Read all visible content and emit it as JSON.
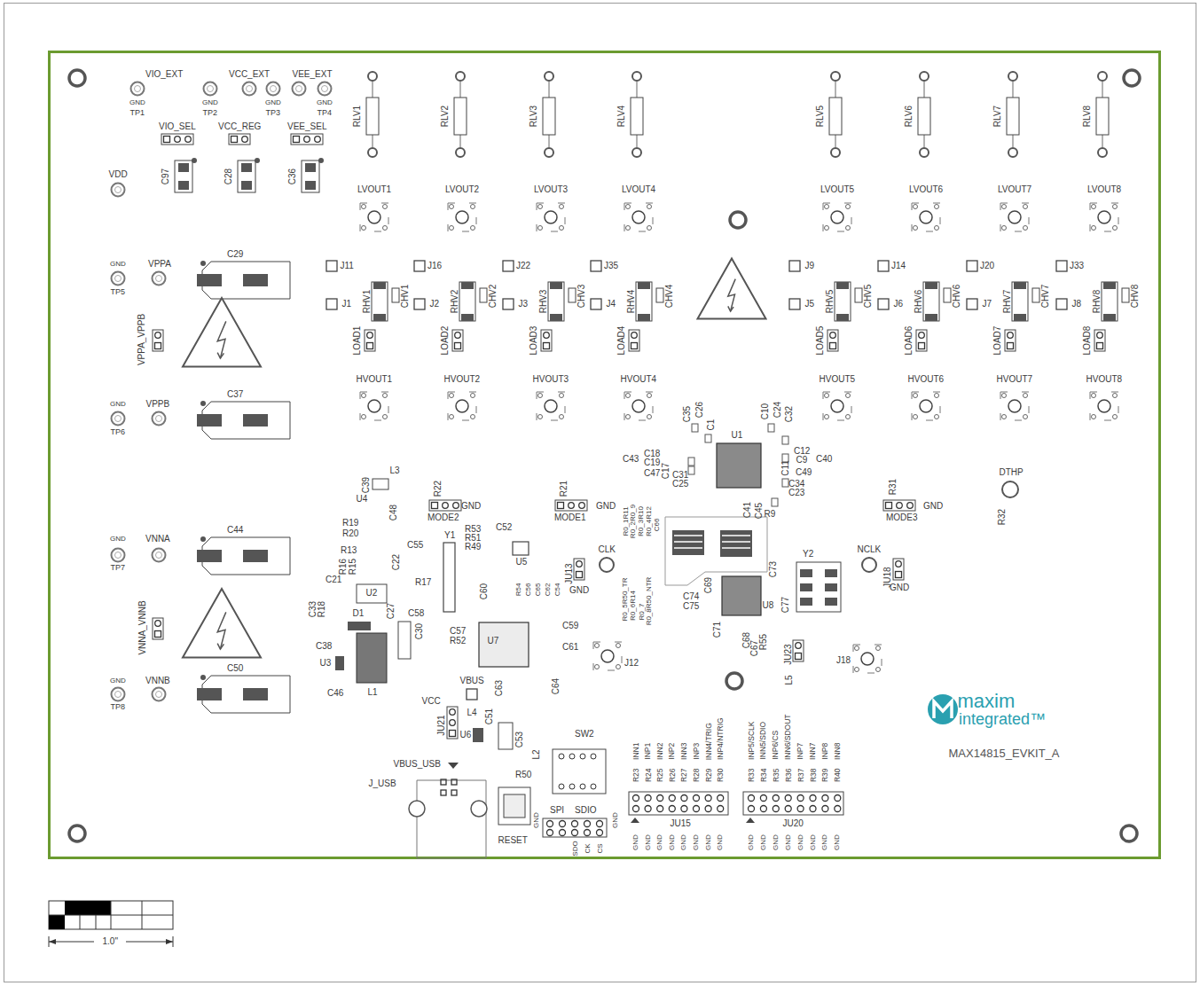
{
  "diagram": {
    "labels": [
      "VIO_EXT",
      "GND",
      "TP1",
      "GND",
      "TP2",
      "VCC_EXT",
      "GND",
      "TP3",
      "VEE_EXT",
      "GND",
      "TP4",
      "VIO_SEL",
      "VCC_REG",
      "VEE_SEL",
      "VDD",
      "C97",
      "C28",
      "C36",
      "GND",
      "TP5",
      "VPPA",
      "C29",
      "VPPA_VPPB",
      "GND",
      "TP6",
      "VPPB",
      "C37",
      "GND",
      "TP7",
      "VNNA",
      "C44",
      "VNNA_VNNB",
      "GND",
      "TP8",
      "VNNB",
      "C50",
      "RLV1",
      "LVOUT1",
      "J11",
      "RHV1",
      "CHV1",
      "J1",
      "LOAD1",
      "HVOUT1",
      "RLV2",
      "LVOUT2",
      "J16",
      "RHV2",
      "CHV2",
      "J2",
      "LOAD2",
      "HVOUT2",
      "RLV3",
      "LVOUT3",
      "J22",
      "RHV3",
      "CHV3",
      "J3",
      "LOAD3",
      "HVOUT3",
      "RLV4",
      "LVOUT4",
      "J35",
      "RHV4",
      "CHV4",
      "J4",
      "LOAD4",
      "HVOUT4",
      "RLV5",
      "LVOUT5",
      "J9",
      "RHV5",
      "CHV5",
      "J5",
      "LOAD5",
      "HVOUT5",
      "RLV6",
      "LVOUT6",
      "J14",
      "RHV6",
      "CHV6",
      "J6",
      "LOAD6",
      "HVOUT6",
      "RLV7",
      "LVOUT7",
      "J20",
      "RHV7",
      "CHV7",
      "J7",
      "LOAD7",
      "HVOUT7",
      "RLV8",
      "LVOUT8",
      "J33",
      "RHV8",
      "CHV8",
      "J8",
      "LOAD8",
      "HVOUT8",
      "C35",
      "C26",
      "C1",
      "U1",
      "C10",
      "C24",
      "C32",
      "C43",
      "C18",
      "C19",
      "C17",
      "C47",
      "C31",
      "C25",
      "C12",
      "C9",
      "C40",
      "C11",
      "C49",
      "C34",
      "C23",
      "C41",
      "C45",
      "R9",
      "R0_1R11",
      "R0_2R0_9",
      "R0_3R10",
      "R0_4R12",
      "C66",
      "R0_5R50_TR",
      "R0_6R14",
      "R0_7",
      "R0_8R50_NTR",
      "R22",
      "MODE2",
      "GND",
      "R21",
      "MODE1",
      "GND",
      "R31",
      "MODE3",
      "GND",
      "DTHP",
      "R32",
      "L3",
      "C39",
      "U4",
      "C48",
      "R19",
      "R20",
      "R13",
      "R16",
      "R15",
      "C22",
      "C21",
      "R17",
      "C55",
      "Y1",
      "R53",
      "R51",
      "C52",
      "R49",
      "U5",
      "R54",
      "C56",
      "C65",
      "C62",
      "C54",
      "C60",
      "C33",
      "R18",
      "U2",
      "C27",
      "D1",
      "C58",
      "C30",
      "C38",
      "U3",
      "C46",
      "L1",
      "C57",
      "R52",
      "U7",
      "C59",
      "C61",
      "C63",
      "C64",
      "CLK",
      "JU13",
      "GND",
      "J12",
      "C69",
      "C74",
      "C75",
      "C73",
      "C77",
      "U8",
      "C71",
      "C68",
      "C67",
      "R55",
      "Y2",
      "NCLK",
      "JU18",
      "GND",
      "JU23",
      "L5",
      "J18",
      "VBUS",
      "VCC",
      "JU21",
      "L4",
      "C51",
      "U6",
      "C53",
      "L2",
      "VBUS_USB",
      "J_USB",
      "R50",
      "SW2",
      "RESET",
      "SPI",
      "SDIO",
      "GND",
      "GND",
      "SDO",
      "CK",
      "CS",
      "JU15",
      "JU20",
      "INN1",
      "INP1",
      "INN2",
      "INP2",
      "INN3",
      "INP3",
      "INN4/TRIG",
      "INP4/NTRIG",
      "INP5/SCLK",
      "INN5/SDIO",
      "INP6/CS",
      "INN6/SDOUT",
      "INP7",
      "INN7",
      "INP8",
      "INN8",
      "R23",
      "R24",
      "R25",
      "R26",
      "R27",
      "R28",
      "R29",
      "R30",
      "R33",
      "R34",
      "R35",
      "R36",
      "R37",
      "R38",
      "R39",
      "R40",
      "GND",
      "GND",
      "GND",
      "GND",
      "GND",
      "GND",
      "GND",
      "GND",
      "GND",
      "GND",
      "GND",
      "GND",
      "GND",
      "GND",
      "GND",
      "GND",
      "maxim",
      "integrated™",
      "MAX14815_EVKIT_A",
      "1.0\""
    ]
  }
}
